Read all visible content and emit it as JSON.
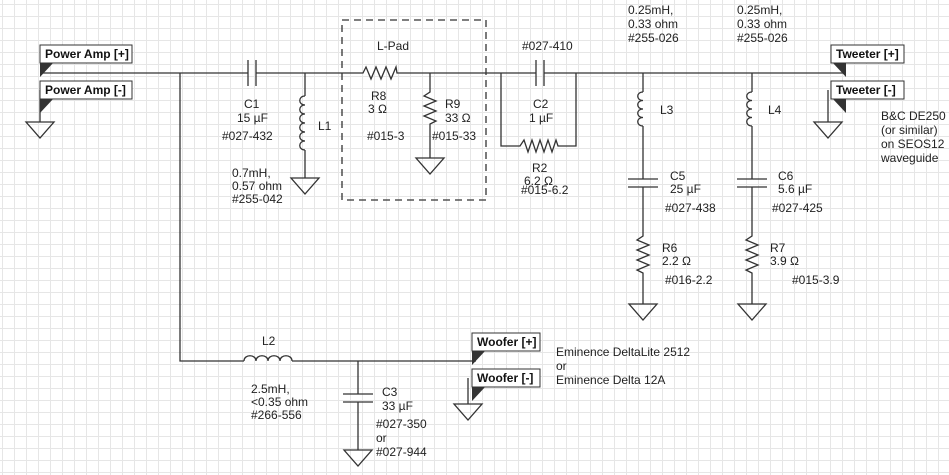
{
  "ports": {
    "power_amp_pos": "Power Amp [+]",
    "power_amp_neg": "Power Amp [-]",
    "tweeter_pos": "Tweeter [+]",
    "tweeter_neg": "Tweeter [-]",
    "woofer_pos": "Woofer [+]",
    "woofer_neg": "Woofer [-]"
  },
  "lpad": {
    "title": "L-Pad"
  },
  "components": {
    "c1": {
      "ref": "C1",
      "value": "15 µF",
      "part": "#027-432"
    },
    "l1": {
      "ref": "L1",
      "spec1": "0.7mH,",
      "spec2": "0.57 ohm",
      "part": "#255-042"
    },
    "r8": {
      "ref": "R8",
      "value": "3 Ω",
      "part": "#015-3"
    },
    "r9": {
      "ref": "R9",
      "value": "33 Ω",
      "part": "#015-33"
    },
    "c2": {
      "ref": "C2",
      "value": "1 µF",
      "part": "#027-410"
    },
    "r2": {
      "ref": "R2",
      "value": "6.2 Ω",
      "part": "#015-6.2"
    },
    "l3": {
      "ref": "L3",
      "spec1": "0.25mH,",
      "spec2": "0.33 ohm",
      "part": "#255-026"
    },
    "l4": {
      "ref": "L4",
      "spec1": "0.25mH,",
      "spec2": "0.33 ohm",
      "part": "#255-026"
    },
    "c5": {
      "ref": "C5",
      "value": "25 µF",
      "part": "#027-438"
    },
    "c6": {
      "ref": "C6",
      "value": "5.6 µF",
      "part": "#027-425"
    },
    "r6": {
      "ref": "R6",
      "value": "2.2 Ω",
      "part": "#016-2.2"
    },
    "r7": {
      "ref": "R7",
      "value": "3.9 Ω",
      "part": "#015-3.9"
    },
    "l2": {
      "ref": "L2",
      "spec1": "2.5mH,",
      "spec2": "<0.35 ohm",
      "part": "#266-556"
    },
    "c3": {
      "ref": "C3",
      "value": "33 µF",
      "part1": "#027-350",
      "or": "or",
      "part2": "#027-944"
    }
  },
  "notes": {
    "tweeter": [
      "B&C DE250",
      "(or similar)",
      "on SEOS12",
      "waveguide"
    ],
    "woofer": [
      "Eminence DeltaLite 2512",
      "or",
      "Eminence Delta 12A"
    ]
  }
}
